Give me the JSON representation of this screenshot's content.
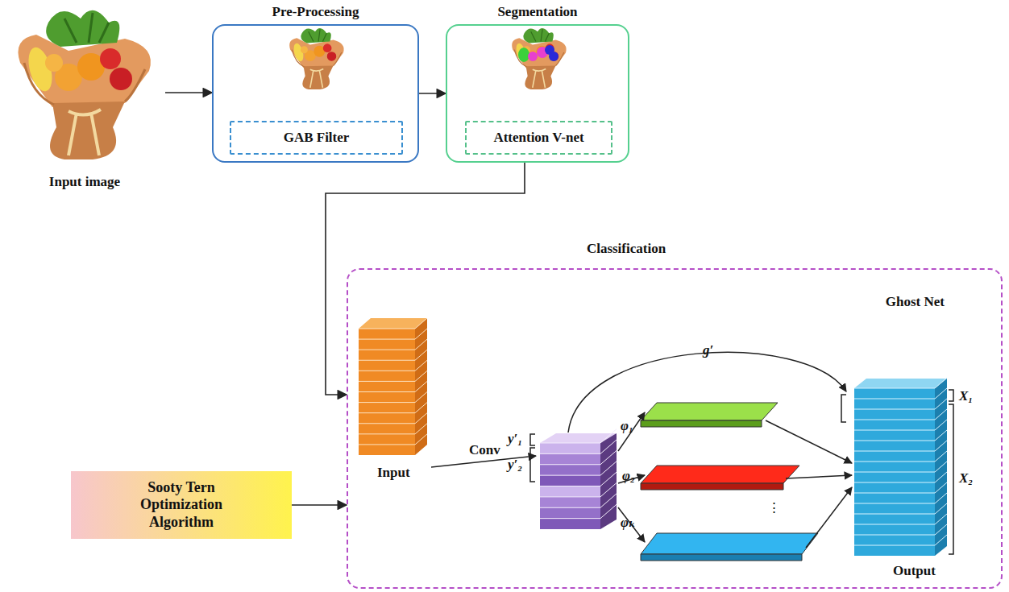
{
  "diagram": {
    "nodes": [
      {
        "text": [
          "Input image"
        ]
      },
      {
        "text": [
          "Pre-Processing"
        ]
      },
      {
        "text": [
          "GAB Filter"
        ],
        "in": 1
      },
      {
        "text": [
          "Segmentation"
        ]
      },
      {
        "text": [
          "Attention V-net"
        ],
        "in": 3
      },
      {
        "text": [
          "Classification",
          "Ghost Net"
        ]
      },
      {
        "text": [
          "Sooty Tern Optimization Algorithm"
        ]
      }
    ],
    "edges": [
      {
        "from": 0,
        "to": 1,
        "arrow": "to"
      },
      {
        "from": 1,
        "to": 3,
        "arrow": "to"
      },
      {
        "from": 3,
        "to": 5,
        "arrow": "to"
      },
      {
        "from": 6,
        "to": 5,
        "arrow": "to"
      }
    ],
    "labels": [
      "Input",
      "Conv",
      "y′₁",
      "y′₂",
      "φ₁",
      "φ₂",
      "⋮",
      "φₖ",
      "g′",
      "X₁",
      "X₂",
      "Output"
    ]
  }
}
